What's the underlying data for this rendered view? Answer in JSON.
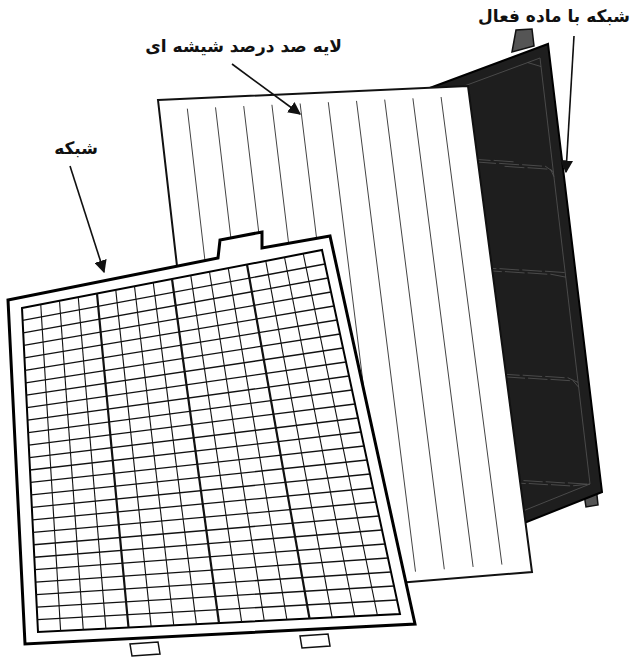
{
  "diagram": {
    "labels": [
      "شبکه با ماده فعال",
      "لایه صد درصد شیشه ای",
      "شبکه"
    ]
  }
}
